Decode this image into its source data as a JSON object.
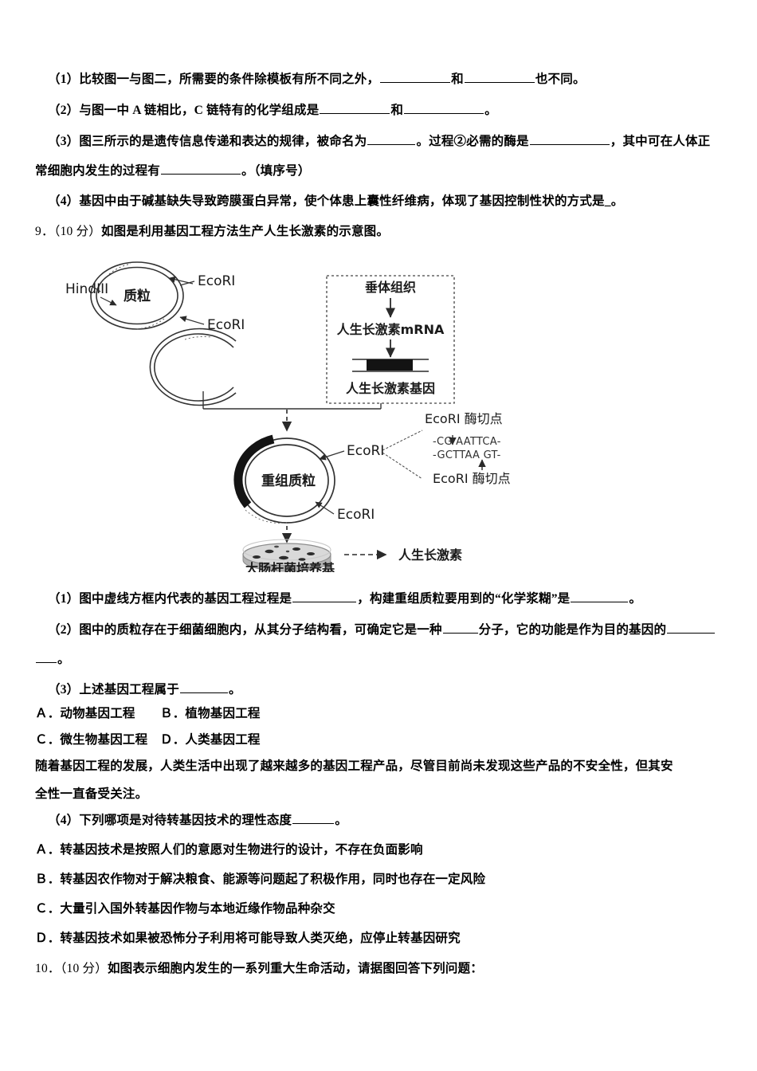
{
  "document": {
    "type": "exam-paper",
    "language": "zh-CN"
  },
  "question8_parts": {
    "p1_prefix": "（1）比较图一与图二，所需要的条件除模板有所不同之外，",
    "p1_mid": "和",
    "p1_suffix": "也不同。",
    "p2_prefix": "（2）与图一中 A 链相比，C 链特有的化学组成是",
    "p2_mid": "和",
    "p2_suffix": "。",
    "p3_prefix": "（3）图三所示的是遗传信息传递和表达的规律，被命名为",
    "p3_mid": "。过程②必需的酶是",
    "p3_suffix": "，其中可在人体正",
    "p3_line2_prefix": "常细胞内发生的过程有",
    "p3_line2_suffix": "。（填序号）",
    "p4_text": "（4）基因中由于碱基缺失导致跨膜蛋白异常，使个体患上囊性纤维病，体现了基因控制性状的方式是_。"
  },
  "question9": {
    "number": "9．",
    "score": "（10 分）",
    "stem": "如图是利用基因工程方法生产人生长激素的示意图。",
    "diagram": {
      "plasmid_label": "质粒",
      "hindiii_label": "HindIII",
      "ecori_label_top": "EcoRI",
      "ecori_label_right": "EcoRI",
      "gene_box": {
        "source_tissue": "垂体组织",
        "mrna": "人生长激素mRNA",
        "gene": "人生长激素基因"
      },
      "recombinant_plasmid_label": "重组质粒",
      "ecori_label_recomb_right": "EcoRI",
      "ecori_label_recomb_bottom": "EcoRI",
      "cut_site_label_top": "EcoRI 酶切点",
      "cut_site_label_bottom": "EcoRI 酶切点",
      "sequence_top": "-CG AATTCA-",
      "sequence_bottom": "-GCTTAA GT-",
      "petri_label": "大肠杆菌培养基",
      "product_label": "人生长激素"
    },
    "sub1_prefix": "（1）图中虚线方框内代表的基因工程过程是",
    "sub1_mid": "，构建重组质粒要用到的“化学浆糊”是",
    "sub1_suffix": "。",
    "sub2_prefix": "（2）图中的质粒存在于细菌细胞内，从其分子结构看，可确定它是一种",
    "sub2_mid": "分子，它的功能是作为目的基因的",
    "sub2_line2_suffix": "。",
    "sub3_prefix": "（3）上述基因工程属于",
    "sub3_suffix": "。",
    "sub3_options_line1": "Ａ．动物基因工程　　Ｂ．植物基因工程",
    "sub3_options_line2": "Ｃ．微生物基因工程　Ｄ．人类基因工程",
    "narrative_line1": "随着基因工程的发展，人类生活中出现了越来越多的基因工程产品，尽管目前尚未发现这些产品的不安全性，但其安",
    "narrative_line2": "全性一直备受关注。",
    "sub4_prefix": "（4）下列哪项是对待转基因技术的理性态度",
    "sub4_suffix": "。",
    "sub4_options": [
      "Ａ．转基因技术是按照人们的意愿对生物进行的设计，不存在负面影响",
      "Ｂ．转基因农作物对于解决粮食、能源等问题起了积极作用，同时也存在一定风险",
      "Ｃ．大量引入国外转基因作物与本地近缘作物品种杂交",
      "Ｄ．转基因技术如果被恐怖分子利用将可能导致人类灭绝，应停止转基因研究"
    ]
  },
  "question10": {
    "number": "10．",
    "score": "（10 分）",
    "stem": "如图表示细胞内发生的一系列重大生命活动，请据图回答下列问题："
  },
  "colors": {
    "text": "#000000",
    "diagram_line": "#3a3a3a",
    "insert_fill": "#1f1f1f",
    "petri_fill": "#d9d9d9",
    "petri_rim": "#9a9a9a"
  }
}
